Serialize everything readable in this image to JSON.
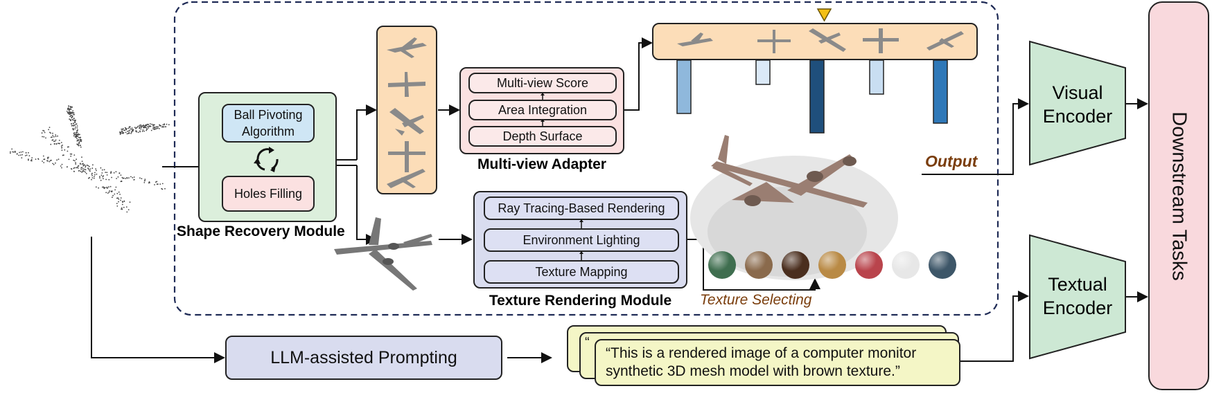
{
  "shape_recovery": {
    "title": "Shape Recovery Module",
    "ball_pivoting": "Ball Pivoting Algorithm",
    "holes_filling": "Holes Filling"
  },
  "adapter": {
    "title": "Multi-view Adapter",
    "items": [
      "Multi-view Score",
      "Area Integration",
      "Depth Surface"
    ]
  },
  "texture": {
    "title": "Texture Rendering Module",
    "items": [
      "Ray Tracing-Based Rendering",
      "Environment Lighting",
      "Texture Mapping"
    ],
    "selecting": "Texture Selecting"
  },
  "output_label": "Output",
  "visual_encoder": "Visual Encoder",
  "textual_encoder": "Textual Encoder",
  "downstream": "Downstream Tasks",
  "llm": "LLM-assisted Prompting",
  "prompt_text": "“This is a rendered image of a computer monitor synthetic 3D mesh model with brown texture.”",
  "prompt_back": "“",
  "colors": {
    "green": "#dcefdc",
    "blue": "#cfe6f5",
    "pink": "#fbe1e1",
    "peach": "#fcddb8",
    "lavender": "#d9dcef",
    "yellow": "#f4f6c6",
    "encoder": "#cde8d4",
    "downstream": "#f9d9dd",
    "output_brown": "#7a3d0c",
    "dash_navy": "#1e2a55"
  },
  "view_score_bars": [
    0.55,
    0.25,
    0.75,
    0.35,
    0.65
  ],
  "material_colors": [
    "#3f6e4f",
    "#8a6a4c",
    "#4a2e1e",
    "#b98a45",
    "#b9444c",
    "#e7e7e7",
    "#3d5668"
  ]
}
